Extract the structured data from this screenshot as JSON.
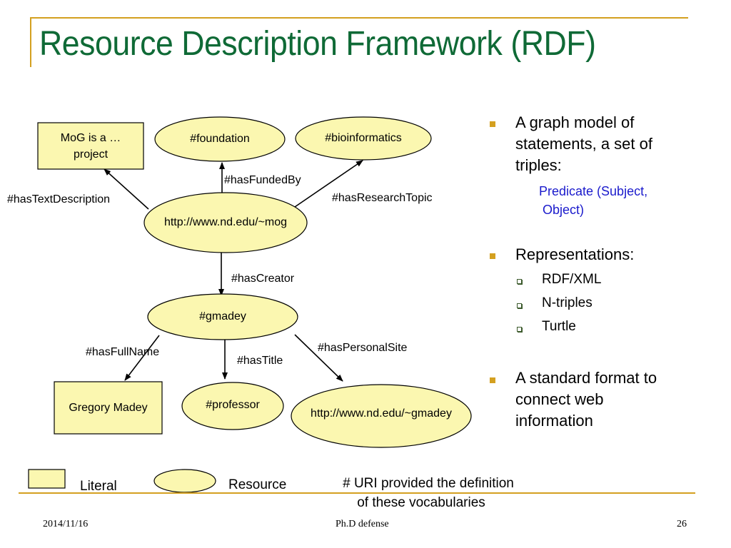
{
  "slide": {
    "title": "Resource Description Framework (RDF)",
    "colors": {
      "title": "#0f6a36",
      "accent_rule": "#d4a020",
      "node_fill": "#fbf7b0",
      "sub_point": "#1a1acc"
    }
  },
  "diagram": {
    "nodes": {
      "mog_literal": {
        "type": "literal",
        "line1": "MoG is a …",
        "line2": "project"
      },
      "foundation": {
        "type": "resource",
        "label": "#foundation"
      },
      "bioinformatics": {
        "type": "resource",
        "label": "#bioinformatics"
      },
      "mog": {
        "type": "resource",
        "label": "http://www.nd.edu/~mog"
      },
      "gmadey": {
        "type": "resource",
        "label": "#gmadey"
      },
      "fullname": {
        "type": "literal",
        "label": "Gregory Madey"
      },
      "professor": {
        "type": "resource",
        "label": "#professor"
      },
      "site": {
        "type": "resource",
        "label": "http://www.nd.edu/~gmadey"
      }
    },
    "edges": {
      "hasTextDescription": "#hasTextDescription",
      "hasFundedBy": "#hasFundedBy",
      "hasResearchTopic": "#hasResearchTopic",
      "hasCreator": "#hasCreator",
      "hasFullName": "#hasFullName",
      "hasTitle": "#hasTitle",
      "hasPersonalSite": "#hasPersonalSite"
    }
  },
  "bullets": {
    "item1": {
      "lines": [
        "A graph model of",
        "statements, a set of",
        "triples:"
      ],
      "sub_lines": [
        "Predicate (Subject,",
        " Object)"
      ]
    },
    "item2": {
      "label": "Representations:",
      "subs": [
        "RDF/XML",
        "N-triples",
        "Turtle"
      ]
    },
    "item3": {
      "lines": [
        "A standard format to",
        "connect web",
        "information"
      ]
    }
  },
  "legend": {
    "literal": "Literal",
    "resource": "Resource",
    "note_line1": "# URI provided the definition",
    "note_line2": "of these vocabularies"
  },
  "footer": {
    "date": "2014/11/16",
    "center": "Ph.D defense",
    "page": "26"
  }
}
